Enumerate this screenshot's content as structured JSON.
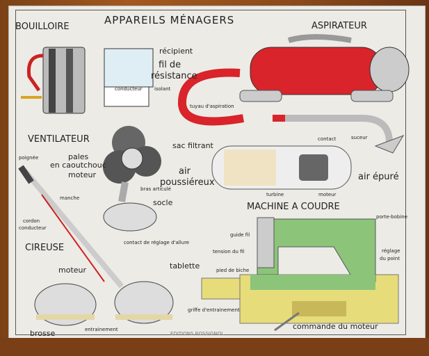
{
  "titles": {
    "main": "APPAREILS MÉNAGERS",
    "bouilloire": "BOUILLOIRE",
    "aspirateur": "ASPIRATEUR",
    "ventilateur": "VENTILATEUR",
    "cireuse": "CIREUSE",
    "machine": "MACHINE A COUDRE"
  },
  "bouilloire_labels": [
    "récipient",
    "fil de",
    "résistance",
    "conducteur",
    "isolant"
  ],
  "aspirateur_labels": [
    "tuyau d'aspiration",
    "suceur",
    "sac filtrant",
    "contact",
    "air",
    "poussiéreux",
    "air épuré",
    "turbine",
    "moteur"
  ],
  "ventilateur_labels": [
    "pales",
    "en caoutchouc",
    "moteur",
    "bras articulé",
    "socle",
    "contact de réglage d'allure"
  ],
  "cireuse_labels": [
    "poignée",
    "manche",
    "cordon",
    "conducteur",
    "moteur",
    "brosse",
    "entrainement"
  ],
  "machine_labels": [
    "porte-bobine",
    "guide fil",
    "tension du fil",
    "réglage",
    "du point",
    "tablette",
    "pied de biche",
    "griffe d'entrainement",
    "commande du moteur"
  ],
  "publisher": "EDITIONS ROSSIGNOL",
  "colors": {
    "red": "#d8242a",
    "green": "#8cc47a",
    "yellow": "#e6dc7a",
    "frame": "#8a4a1a"
  }
}
